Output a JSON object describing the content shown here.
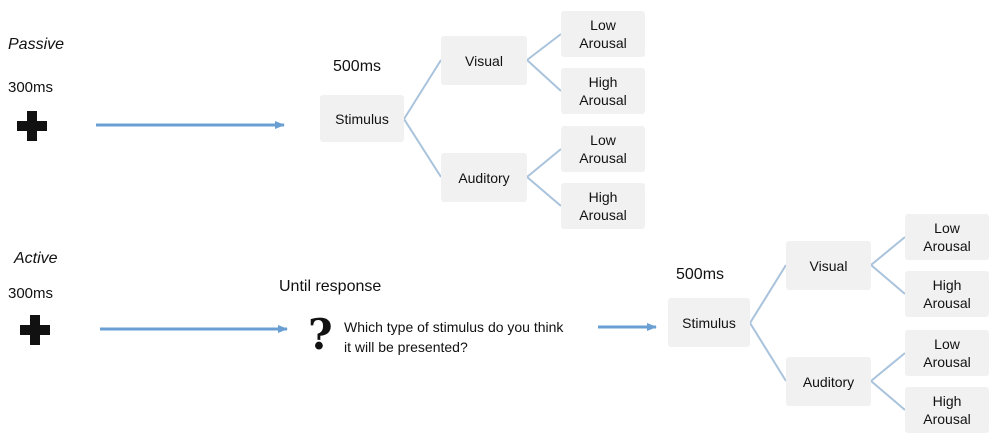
{
  "passive": {
    "condition_label": "Passive",
    "fixation_duration": "300ms",
    "stimulus_duration": "500ms",
    "stimulus": "Stimulus",
    "modalities": [
      {
        "label": "Visual",
        "levels": [
          {
            "line1": "Low",
            "line2": "Arousal"
          },
          {
            "line1": "High",
            "line2": "Arousal"
          }
        ]
      },
      {
        "label": "Auditory",
        "levels": [
          {
            "line1": "Low",
            "line2": "Arousal"
          },
          {
            "line1": "High",
            "line2": "Arousal"
          }
        ]
      }
    ]
  },
  "active": {
    "condition_label": "Active",
    "fixation_duration": "300ms",
    "response_duration": "Until response",
    "question_symbol": "?",
    "question_line1": "Which type of stimulus do you think",
    "question_line2": "it will be presented?",
    "stimulus_duration": "500ms",
    "stimulus": "Stimulus",
    "modalities": [
      {
        "label": "Visual",
        "levels": [
          {
            "line1": "Low",
            "line2": "Arousal"
          },
          {
            "line1": "High",
            "line2": "Arousal"
          }
        ]
      },
      {
        "label": "Auditory",
        "levels": [
          {
            "line1": "Low",
            "line2": "Arousal"
          },
          {
            "line1": "High",
            "line2": "Arousal"
          }
        ]
      }
    ]
  },
  "colors": {
    "arrow": "#6a9fd4",
    "branch": "#a9c3dc",
    "box_fill": "#f1f1f1"
  }
}
